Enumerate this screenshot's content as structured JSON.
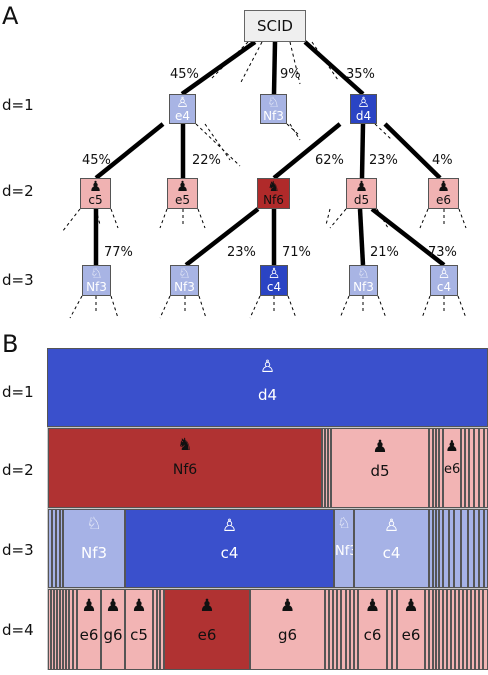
{
  "panel_a": {
    "letter": "A",
    "root": "SCID",
    "depth_labels": [
      "d=1",
      "d=2",
      "d=3"
    ],
    "nodes": [
      {
        "id": "d1_e4",
        "label": "e4",
        "piece": "♙",
        "color": "#a8b4e4",
        "text_color": "#ffffff"
      },
      {
        "id": "d1_nf3",
        "label": "Nf3",
        "piece": "♘",
        "color": "#a8b4e4",
        "text_color": "#ffffff"
      },
      {
        "id": "d1_d4",
        "label": "d4",
        "piece": "♙",
        "color": "#2a44c4",
        "text_color": "#ffffff"
      },
      {
        "id": "d2_c5",
        "label": "c5",
        "piece": "♟",
        "color": "#f0b2b2",
        "text_color": "#111111"
      },
      {
        "id": "d2_e5",
        "label": "e5",
        "piece": "♟",
        "color": "#f0b2b2",
        "text_color": "#111111"
      },
      {
        "id": "d2_nf6",
        "label": "Nf6",
        "piece": "♞",
        "color": "#b02a2a",
        "text_color": "#111111"
      },
      {
        "id": "d2_d5",
        "label": "d5",
        "piece": "♟",
        "color": "#f0b2b2",
        "text_color": "#111111"
      },
      {
        "id": "d2_e6",
        "label": "e6",
        "piece": "♟",
        "color": "#f0b2b2",
        "text_color": "#111111"
      },
      {
        "id": "d3_nf3a",
        "label": "Nf3",
        "piece": "♘",
        "color": "#a8b4e4",
        "text_color": "#ffffff"
      },
      {
        "id": "d3_nf3b",
        "label": "Nf3",
        "piece": "♘",
        "color": "#a8b4e4",
        "text_color": "#ffffff"
      },
      {
        "id": "d3_c4a",
        "label": "c4",
        "piece": "♙",
        "color": "#2a44c4",
        "text_color": "#ffffff"
      },
      {
        "id": "d3_nf3c",
        "label": "Nf3",
        "piece": "♘",
        "color": "#a8b4e4",
        "text_color": "#ffffff"
      },
      {
        "id": "d3_c4b",
        "label": "c4",
        "piece": "♙",
        "color": "#a8b4e4",
        "text_color": "#ffffff"
      }
    ],
    "edges": [
      {
        "from": "root",
        "to": "d1_e4",
        "percent": "45%"
      },
      {
        "from": "root",
        "to": "d1_nf3",
        "percent": "9%"
      },
      {
        "from": "root",
        "to": "d1_d4",
        "percent": "35%"
      },
      {
        "from": "d1_e4",
        "to": "d2_c5",
        "percent": "45%"
      },
      {
        "from": "d1_e4",
        "to": "d2_e5",
        "percent": "22%"
      },
      {
        "from": "d1_d4",
        "to": "d2_nf6",
        "percent": "62%"
      },
      {
        "from": "d1_d4",
        "to": "d2_d5",
        "percent": "23%"
      },
      {
        "from": "d1_d4",
        "to": "d2_e6",
        "percent": "4%"
      },
      {
        "from": "d2_c5",
        "to": "d3_nf3a",
        "percent": "77%"
      },
      {
        "from": "d2_nf6",
        "to": "d3_nf3b",
        "percent": "23%"
      },
      {
        "from": "d2_nf6",
        "to": "d3_c4a",
        "percent": "71%"
      },
      {
        "from": "d2_d5",
        "to": "d3_nf3c",
        "percent": "21%"
      },
      {
        "from": "d2_d5",
        "to": "d3_c4b",
        "percent": "73%"
      }
    ]
  },
  "panel_b": {
    "letter": "B",
    "depth_labels": [
      "d=1",
      "d=2",
      "d=3",
      "d=4"
    ],
    "labeled_blocks": [
      {
        "id": "b_d4",
        "label": "d4",
        "piece": "♙"
      },
      {
        "id": "b_nf6",
        "label": "Nf6",
        "piece": "♞"
      },
      {
        "id": "b_d5",
        "label": "d5",
        "piece": "♟"
      },
      {
        "id": "b_e6",
        "label": "e6",
        "piece": "♟"
      },
      {
        "id": "b_nf3a",
        "label": "Nf3",
        "piece": "♘"
      },
      {
        "id": "b_c4a",
        "label": "c4",
        "piece": "♙"
      },
      {
        "id": "b_nf3b",
        "label": "Nf3",
        "piece": "♘"
      },
      {
        "id": "b_c4b",
        "label": "c4",
        "piece": "♙"
      },
      {
        "id": "b4_e6a",
        "label": "e6",
        "piece": "♟"
      },
      {
        "id": "b4_g6a",
        "label": "g6",
        "piece": "♟"
      },
      {
        "id": "b4_c5",
        "label": "c5",
        "piece": "♟"
      },
      {
        "id": "b4_e6b",
        "label": "e6",
        "piece": "♟"
      },
      {
        "id": "b4_g6b",
        "label": "g6",
        "piece": "♟"
      },
      {
        "id": "b4_c6",
        "label": "c6",
        "piece": "♟"
      },
      {
        "id": "b4_e6c",
        "label": "e6",
        "piece": "♟"
      }
    ]
  }
}
